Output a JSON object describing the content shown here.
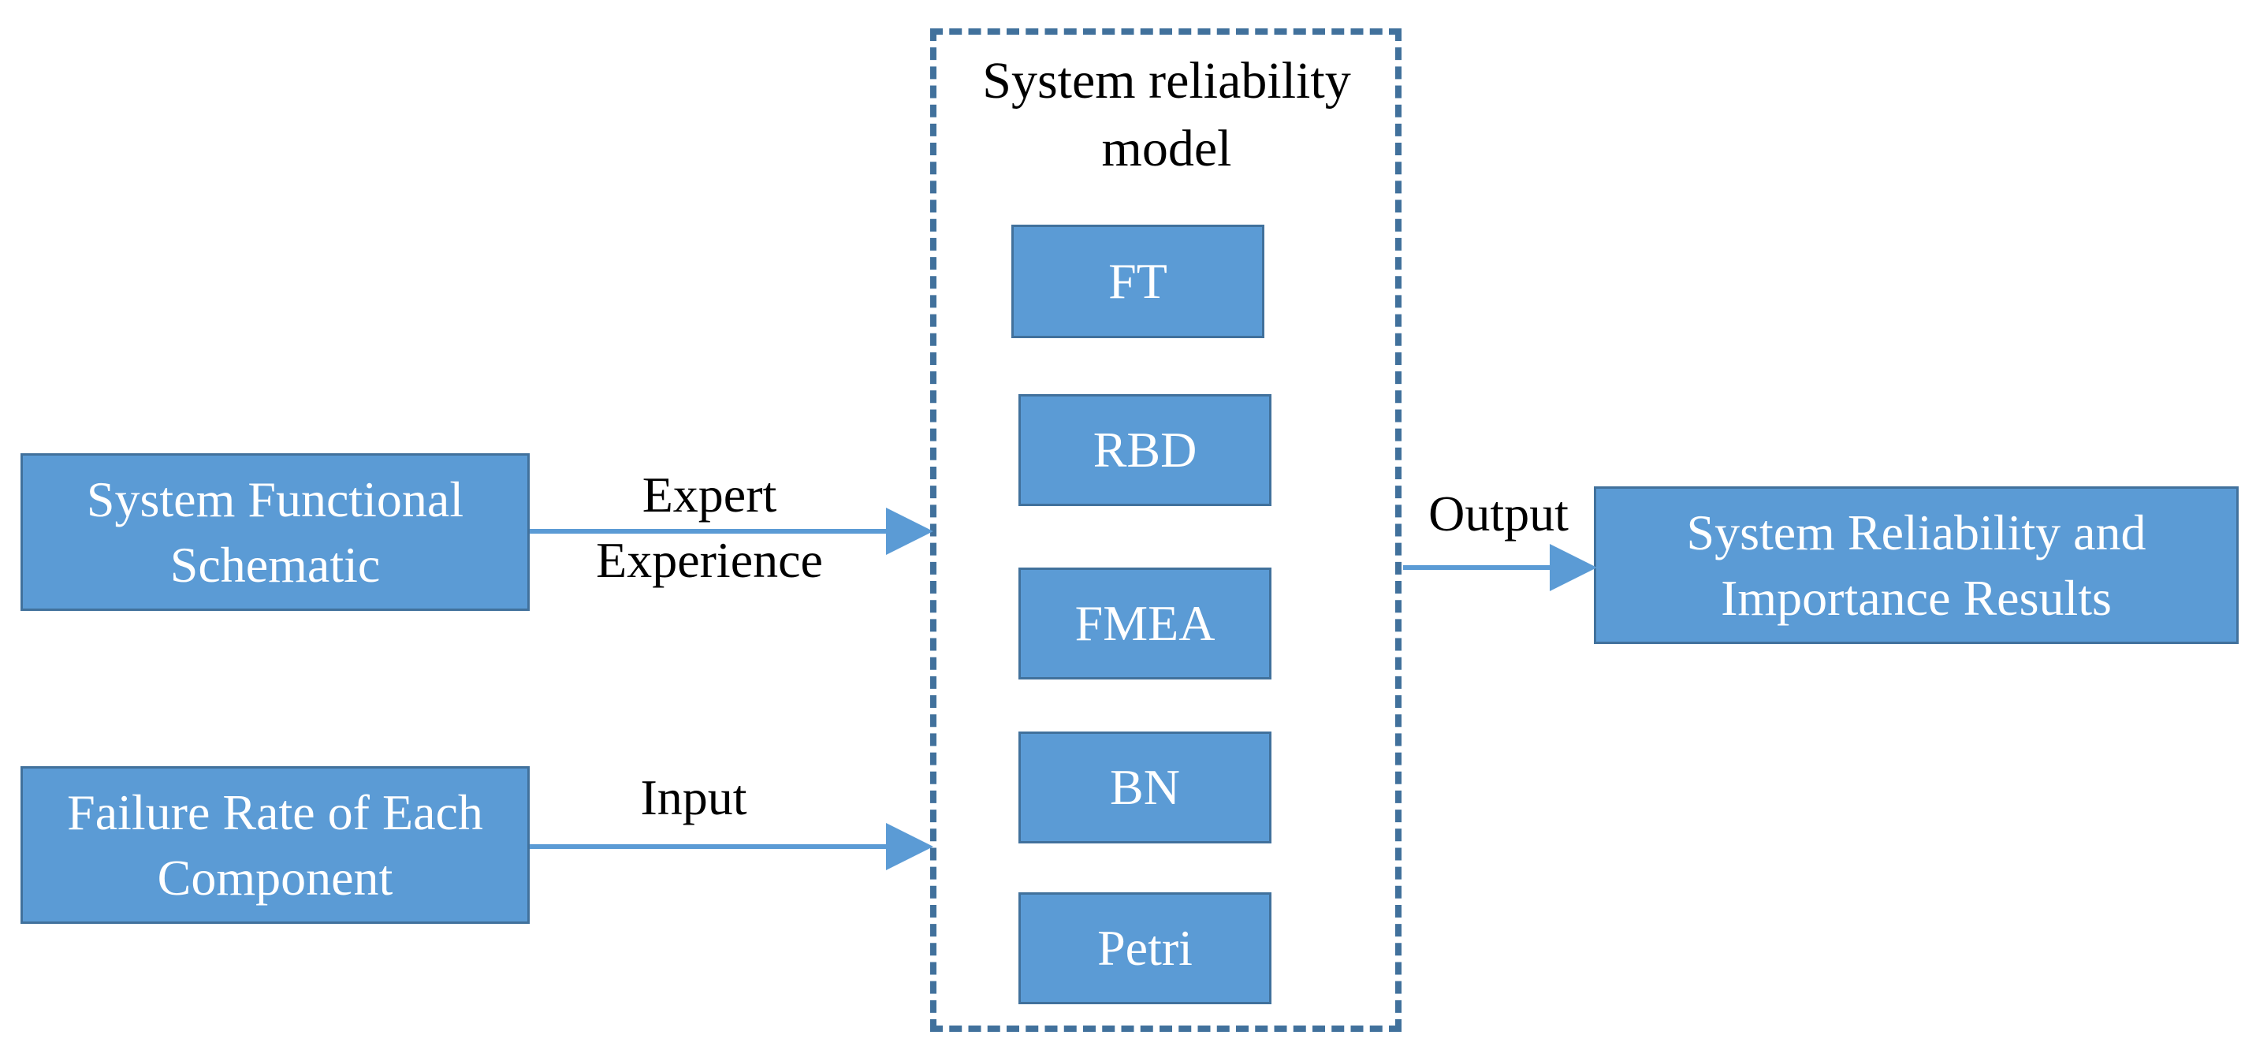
{
  "model": {
    "title": "System reliability model",
    "methods": [
      "FT",
      "RBD",
      "FMEA",
      "BN",
      "Petri"
    ]
  },
  "inputs": {
    "schematic": "System Functional Schematic",
    "failure_rate": "Failure Rate of Each Component"
  },
  "edges": {
    "expert": "Expert Experience",
    "input": "Input",
    "output": "Output"
  },
  "result": "System Reliability and Importance Results",
  "colors": {
    "box_fill": "#5b9bd5",
    "box_border": "#41719c",
    "arrow": "#5b9bd5",
    "dashed_border": "#41719c"
  }
}
